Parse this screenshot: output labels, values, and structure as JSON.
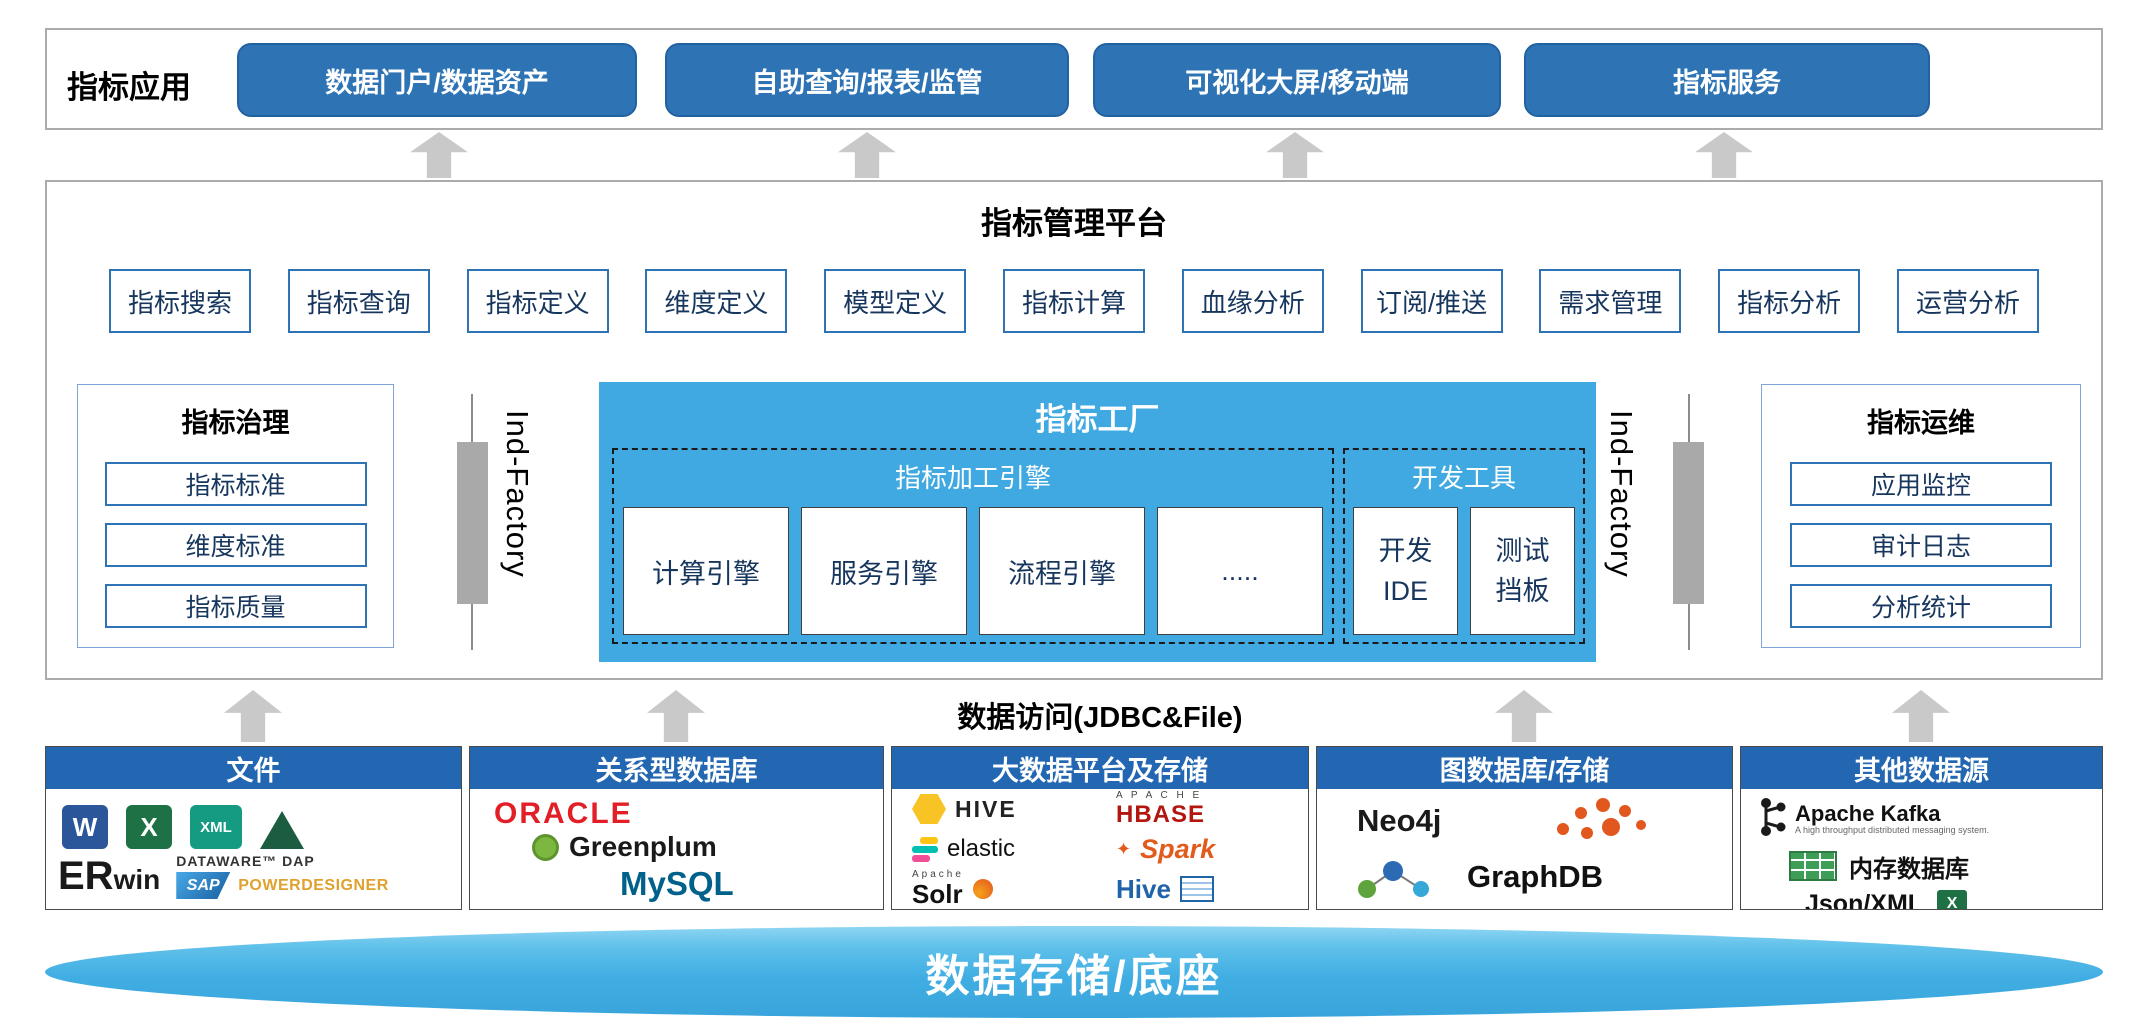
{
  "app_row": {
    "label": "指标应用",
    "buttons": [
      "数据门户/数据资产",
      "自助查询/报表/监管",
      "可视化大屏/移动端",
      "指标服务"
    ]
  },
  "platform": {
    "title": "指标管理平台",
    "modules": [
      "指标搜索",
      "指标查询",
      "指标定义",
      "维度定义",
      "模型定义",
      "指标计算",
      "血缘分析",
      "订阅/推送",
      "需求管理",
      "指标分析",
      "运营分析"
    ]
  },
  "governance": {
    "title": "指标治理",
    "items": [
      "指标标准",
      "维度标准",
      "指标质量"
    ]
  },
  "factory": {
    "title": "指标工厂",
    "side_label_left": "Ind-Factory",
    "side_label_right": "Ind-Factory",
    "engine_group": {
      "title": "指标加工引擎",
      "items": [
        "计算引擎",
        "服务引擎",
        "流程引擎",
        "....."
      ]
    },
    "dev_group": {
      "title": "开发工具",
      "items": [
        {
          "line1": "开发",
          "line2": "IDE"
        },
        {
          "line1": "测试",
          "line2": "挡板"
        }
      ]
    }
  },
  "ops": {
    "title": "指标运维",
    "items": [
      "应用监控",
      "审计日志",
      "分析统计"
    ]
  },
  "data_access": {
    "label": "数据访问(JDBC&File)"
  },
  "datasources": [
    {
      "title": "文件",
      "logos": {
        "word": "W",
        "excel": "X",
        "xml": "XML",
        "erwin_er": "ER",
        "erwin_win": "win",
        "dataware": "DATAWARE™ DAP",
        "sap": "SAP",
        "powerdesigner": "POWERDESIGNER"
      }
    },
    {
      "title": "关系型数据库",
      "logos": {
        "oracle": "ORACLE",
        "greenplum": "Greenplum",
        "mysql": "MySQL"
      }
    },
    {
      "title": "大数据平台及存储",
      "logos": {
        "hive_label": "HIVE",
        "hbase_top": "A P A C H E",
        "hbase_label": "HBASE",
        "elastic_label": "elastic",
        "spark_label": "Spark",
        "solr_top": "Apache",
        "solr_label": "Solr",
        "hive2_label": "Hive"
      }
    },
    {
      "title": "图数据库/存储",
      "logos": {
        "neo4j": "Neo4j",
        "graphdb": "GraphDB"
      }
    },
    {
      "title": "其他数据源",
      "logos": {
        "kafka": "Apache Kafka",
        "kafka_tagline": "A high throughput distributed messaging system.",
        "memdb": "内存数据库",
        "jsonxml": "Json/XML",
        "excel": "X"
      }
    }
  ],
  "storage": {
    "label": "数据存储/底座"
  },
  "colors": {
    "app_button_blue": "#2E74B5",
    "factory_blue": "#41A9E1",
    "datasource_header_blue": "#2366B1",
    "arrow_gray": "#C9C9C9",
    "storage_blue": "#41AEE3"
  }
}
